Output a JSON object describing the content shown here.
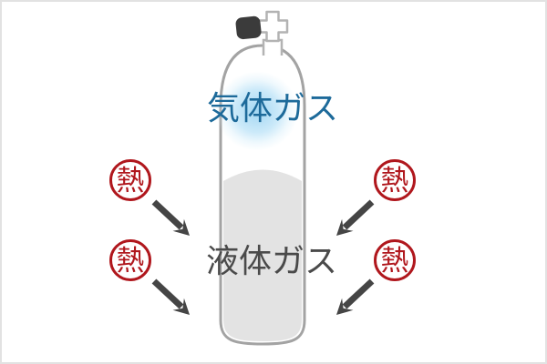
{
  "frame": {
    "background": "#ffffff",
    "border_color": "#e2e2e2"
  },
  "labels": {
    "gas": "気体ガス",
    "liquid": "液体ガス",
    "heat": "熱"
  },
  "colors": {
    "gas_label": "#1d6a9a",
    "gas_glow": "#a9daf3",
    "liquid_label": "#4a4a4a",
    "liquid_fill": "#e3e3e3",
    "cylinder_outline": "#a3a3a3",
    "cylinder_fill": "#ffffff",
    "valve_knob": "#3b3b3b",
    "valve_cross_outline": "#b3b3b3",
    "heat_stamp": "#b0171d",
    "arrow": "#454545"
  },
  "heat_stamps": [
    {
      "label": "熱",
      "position": "left-top"
    },
    {
      "label": "熱",
      "position": "left-bottom"
    },
    {
      "label": "熱",
      "position": "right-top"
    },
    {
      "label": "熱",
      "position": "right-bottom"
    }
  ],
  "arrows": [
    {
      "direction": "down-right",
      "position": "left-top"
    },
    {
      "direction": "down-right",
      "position": "left-bottom"
    },
    {
      "direction": "down-left",
      "position": "right-top"
    },
    {
      "direction": "down-left",
      "position": "right-bottom"
    }
  ]
}
